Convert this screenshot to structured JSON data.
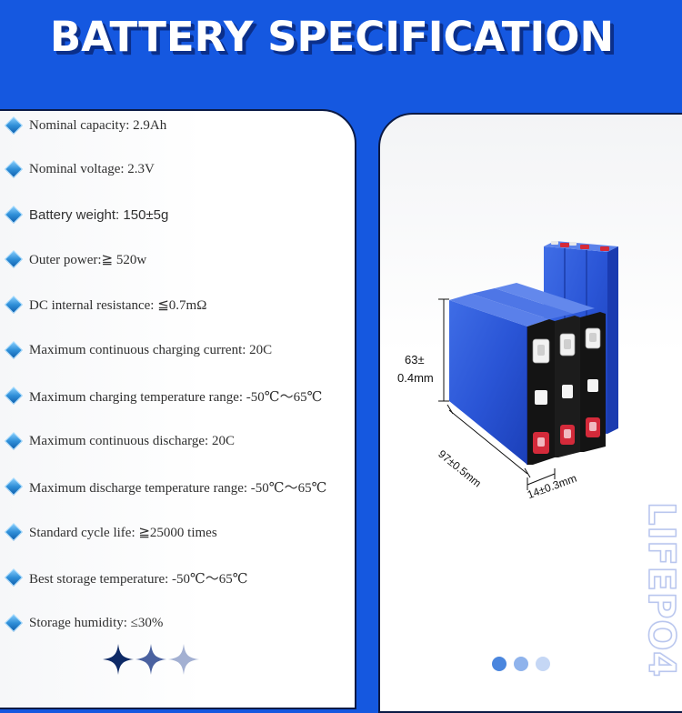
{
  "title": "BATTERY SPECIFICATION",
  "specs": [
    "Nominal capacity: 2.9Ah",
    "Nominal voltage: 2.3V",
    "Battery weight: 150±5g",
    "Outer power:≧ 520w",
    "DC internal resistance: ≦0.7mΩ",
    "Maximum continuous charging current: 20C",
    "Maximum charging temperature range: -50℃～65℃",
    "Maximum continuous discharge: 20C",
    "Maximum discharge temperature range: -50℃～65℃",
    "Standard cycle life: ≧25000 times",
    "Best storage temperature: -50℃～65℃",
    "Storage humidity: ≤30%"
  ],
  "dimensions": {
    "height_line1": "63±",
    "height_line2": "0.4mm",
    "length": "97±0.5mm",
    "width": "14±0.3mm"
  },
  "side_label": "LIFEPO4",
  "colors": {
    "background": "#1558e0",
    "panel_border": "#0b1a45",
    "cell_blue": "#2a55d6",
    "terminal_red": "#d42a3a",
    "dot_active": "#4a86de",
    "dot_mid": "#8fb3ec",
    "dot_light": "#c5d7f5"
  }
}
